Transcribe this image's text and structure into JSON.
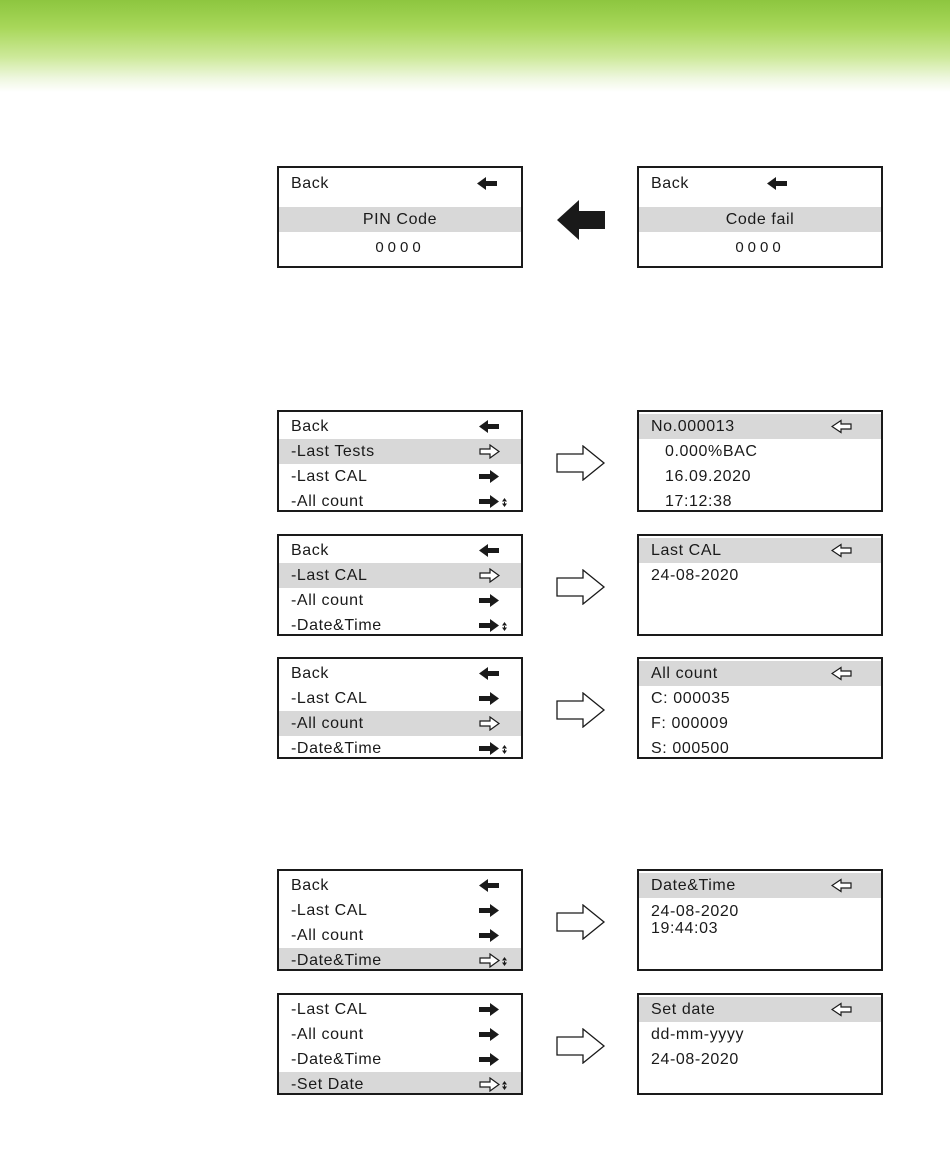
{
  "pin_section": {
    "pin_screen": {
      "back": "Back",
      "title": "PIN Code",
      "code": "0000"
    },
    "fail_screen": {
      "back": "Back",
      "title": "Code fail",
      "code": "0000"
    }
  },
  "records_section": {
    "last_tests_menu": {
      "items": [
        "Back",
        "-Last Tests",
        "-Last CAL",
        "-All count"
      ]
    },
    "last_tests_result": {
      "header": "No.000013",
      "lines": [
        "0.000%BAC",
        "16.09.2020",
        "17:12:38"
      ]
    },
    "last_cal_menu": {
      "items": [
        "Back",
        "-Last CAL",
        "-All count",
        "-Date&Time"
      ]
    },
    "last_cal_result": {
      "header": "Last CAL",
      "lines": [
        "24-08-2020"
      ]
    },
    "all_count_menu": {
      "items": [
        "Back",
        "-Last CAL",
        "-All count",
        "-Date&Time"
      ]
    },
    "all_count_result": {
      "header": "All count",
      "lines": [
        "C: 000035",
        "F: 000009",
        "S: 000500"
      ]
    }
  },
  "datetime_section": {
    "date_time_menu": {
      "items": [
        "Back",
        "-Last CAL",
        "-All count",
        "-Date&Time"
      ]
    },
    "date_time_result": {
      "header": "Date&Time",
      "lines": [
        "24-08-2020",
        "19:44:03"
      ]
    },
    "set_date_menu": {
      "items": [
        "-Last CAL",
        "-All count",
        "-Date&Time",
        "-Set Date"
      ]
    },
    "set_date_result": {
      "header": "Set date",
      "lines": [
        "dd-mm-yyyy",
        "24-08-2020"
      ]
    }
  },
  "icons": {
    "back": "filled-left-arrow-icon",
    "enter": "outline-right-arrow-icon",
    "next": "filled-right-arrow-icon",
    "scroll": "right-arrow-updown-icon",
    "return": "outline-left-arrow-icon",
    "flow_back": "large-filled-left-arrow-icon",
    "flow_next": "large-outline-right-arrow-icon"
  },
  "colors": {
    "header_band": "#8dc63f",
    "highlight": "#d8d8d8",
    "ink": "#1a1a1a"
  }
}
